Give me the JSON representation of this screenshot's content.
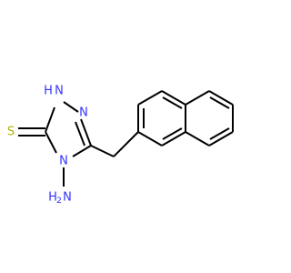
{
  "molecule": {
    "atoms": {
      "sulfur": "S",
      "n1_hydrogen": "H",
      "n1": "N",
      "n2": "N",
      "n4": "N",
      "amino_hydrogen": "H",
      "amino_nitrogen": "N"
    },
    "colors": {
      "bond": "#000000",
      "nitrogen": "#3333ff",
      "sulfur": "#b2b200",
      "carbon": "#000000"
    }
  }
}
